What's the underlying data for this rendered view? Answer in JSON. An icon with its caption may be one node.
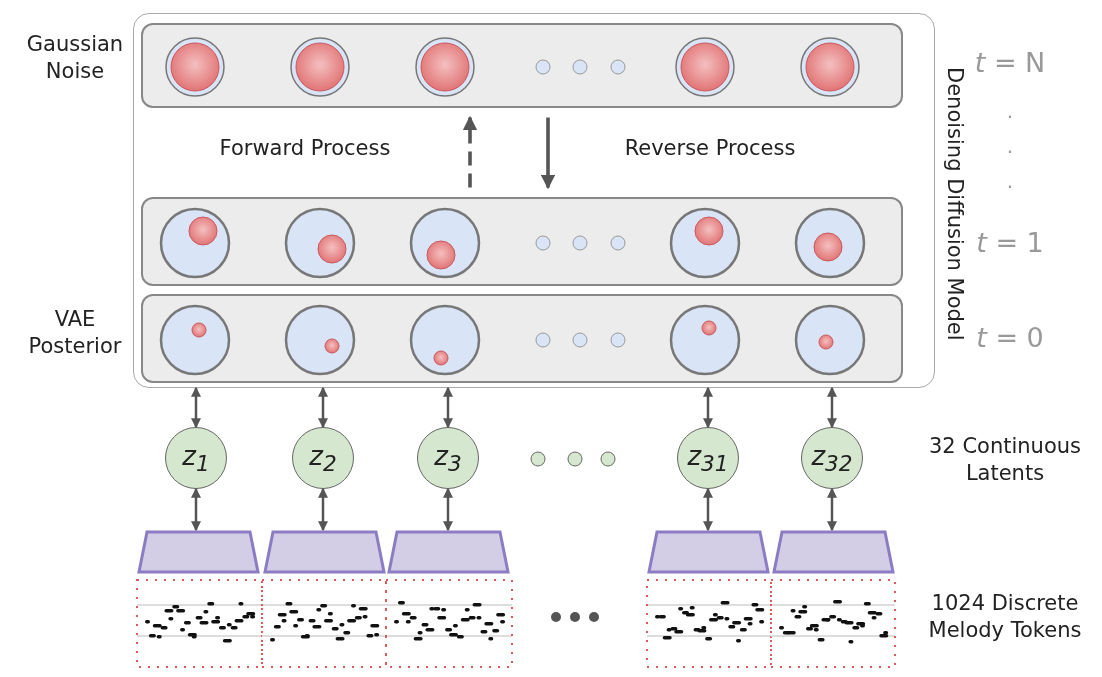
{
  "diagram": {
    "nodes": [
      {
        "text": [
          "Denoising Diffusion Model"
        ]
      },
      {
        "text": [],
        "shape": "box",
        "in": 0,
        "beside": [
          "Gaussian Noise"
        ]
      },
      {
        "text": [],
        "shape": "box",
        "in": 0
      },
      {
        "text": [],
        "shape": "box",
        "in": 0,
        "beside": [
          "VAE Posterior"
        ]
      },
      {
        "text": [
          "z$_{1}$"
        ]
      },
      {
        "text": [
          "z$_{2}$"
        ]
      },
      {
        "text": [
          "z$_{3}$"
        ]
      },
      {
        "text": [
          "z$_{31}$"
        ]
      },
      {
        "text": [
          "z$_{32}$"
        ]
      },
      {
        "text": [],
        "shape": "trapezoid"
      },
      {
        "text": [],
        "shape": "trapezoid"
      },
      {
        "text": [],
        "shape": "trapezoid"
      },
      {
        "text": [],
        "shape": "trapezoid"
      },
      {
        "text": [],
        "shape": "trapezoid"
      }
    ],
    "edges": [
      {
        "from": 2,
        "to": 1,
        "arrow": "to",
        "style": "dashed"
      },
      {
        "from": 1,
        "to": 2,
        "arrow": "to"
      },
      {
        "from": 0,
        "to": 4,
        "arrow": "both"
      },
      {
        "from": 0,
        "to": 5,
        "arrow": "both"
      },
      {
        "from": 0,
        "to": 6,
        "arrow": "both"
      },
      {
        "from": 0,
        "to": 7,
        "arrow": "both"
      },
      {
        "from": 0,
        "to": 8,
        "arrow": "both"
      },
      {
        "from": 4,
        "to": 9,
        "arrow": "both"
      },
      {
        "from": 5,
        "to": 10,
        "arrow": "both"
      },
      {
        "from": 6,
        "to": 11,
        "arrow": "both"
      },
      {
        "from": 7,
        "to": 12,
        "arrow": "both"
      },
      {
        "from": 8,
        "to": 13,
        "arrow": "both"
      }
    ],
    "labels": [
      "Forward Process",
      "Reverse Process",
      "*t* = N",
      ".",
      ".",
      ".",
      "*t* = 1",
      "*t* = 0",
      "32 Continuous Latents",
      "1024 Discrete Melody Tokens"
    ]
  }
}
